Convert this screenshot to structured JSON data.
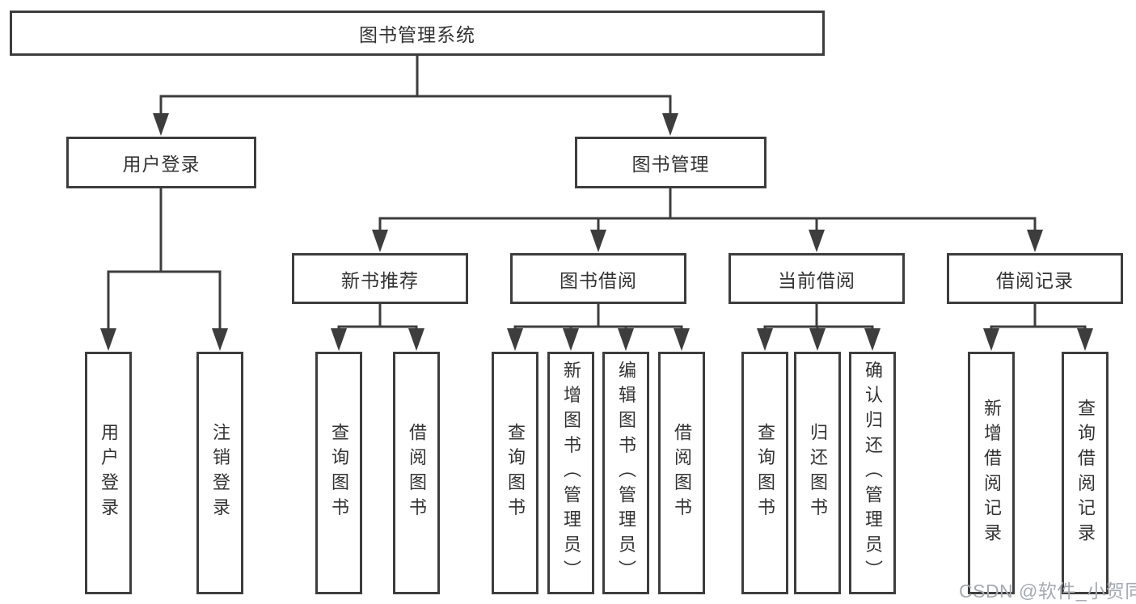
{
  "tree": {
    "label": "图书管理系统",
    "children": [
      {
        "label": "用户登录",
        "children": [
          "用户登录",
          "注销登录"
        ]
      },
      {
        "label": "图书管理",
        "children": [
          {
            "label": "新书推荐",
            "children": [
              "查询图书",
              "借阅图书"
            ]
          },
          {
            "label": "图书借阅",
            "children": [
              "查询图书",
              "新增图书（管理员）",
              "编辑图书（管理员）",
              "借阅图书"
            ]
          },
          {
            "label": "当前借阅",
            "children": [
              "查询图书",
              "归还图书",
              "确认归还（管理员）"
            ]
          },
          {
            "label": "借阅记录",
            "children": [
              "新增借阅记录",
              "查询借阅记录"
            ]
          }
        ]
      }
    ]
  },
  "watermark": {
    "text": "CSDN @软件_小贺同学"
  },
  "colors": {
    "line": "#3d3d3d",
    "text": "#333333",
    "watermark": "#a6aab0",
    "background": "#ffffff"
  }
}
